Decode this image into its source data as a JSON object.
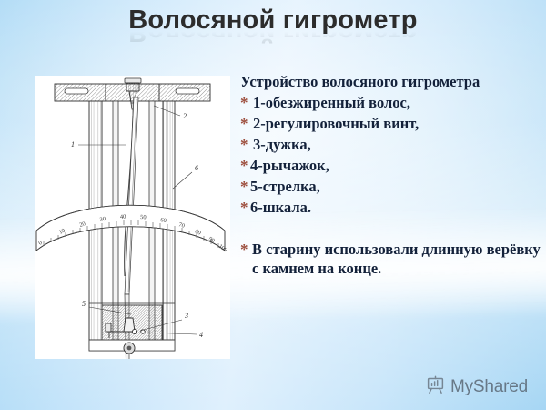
{
  "slide": {
    "title": "Волосяной гигрометр",
    "background_color": "#bfe1f8",
    "accent_color": "#9c4d3c",
    "text_color": "#13213a"
  },
  "body": {
    "lead": "Устройство волосяного гигрометра",
    "bullet_marker": "*",
    "bullets": [
      {
        "marker": "*",
        "text": "1-обезжиренный волос,"
      },
      {
        "marker": "*",
        "text": "2-регулировочный винт,"
      },
      {
        "marker": "*",
        "text": "3-дужка,"
      },
      {
        "marker": "*",
        "text": "4-рычажок,"
      },
      {
        "marker": "*",
        "text": "5-стрелка,"
      },
      {
        "marker": "*",
        "text": "6-шкала."
      }
    ],
    "closing": {
      "marker": "*",
      "text": "В старину использовали длинную верёвку с камнем на конце."
    }
  },
  "figure": {
    "caption_absent": true,
    "description": "Чертёж волосяного гигрометра",
    "callouts": [
      {
        "id": "1",
        "label": "1"
      },
      {
        "id": "2",
        "label": "2"
      },
      {
        "id": "3",
        "label": "3"
      },
      {
        "id": "4",
        "label": "4"
      },
      {
        "id": "5",
        "label": "5"
      },
      {
        "id": "6",
        "label": "6"
      }
    ],
    "scale_ticks": [
      "0",
      "10",
      "20",
      "30",
      "40",
      "50",
      "60",
      "70",
      "80",
      "90",
      "100"
    ]
  },
  "watermark": {
    "icon": "presentation-board-icon",
    "text": "MyShared"
  }
}
